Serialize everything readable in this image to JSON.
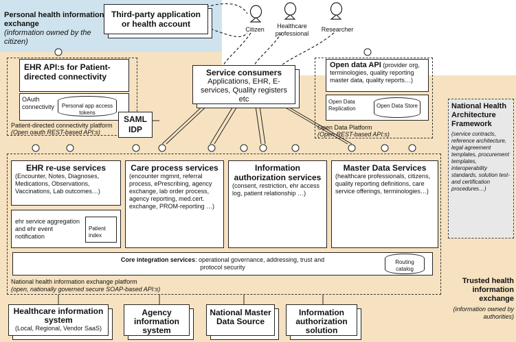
{
  "phe": {
    "title": "Personal health information exchange",
    "subtitle": "(information owned by the citizen)"
  },
  "third_party": {
    "label": "Third-party application or health account"
  },
  "actors": {
    "citizen": "Citizen",
    "hp_line1": "Healthcare",
    "hp_line2": "professional",
    "researcher": "Researcher"
  },
  "ehr_api": {
    "title": "EHR API:s for Patient-directed connectivity",
    "oauth": "OAuth connectivity",
    "tokens": "Personal app access  tokens",
    "platform": "Patient-directed connectivity platform",
    "platform_sub": "(Open oauth REST-based API:s)"
  },
  "saml": {
    "line1": "SAML",
    "line2": "IDP"
  },
  "service_consumers": {
    "title": "Service consumers",
    "body": "Applications, EHR, E-services, Quality registers etc"
  },
  "open_data": {
    "title": "Open data API",
    "body": "(provider org, terminologies, quality reporting master data, quality reports…)",
    "replication": "Open Data Replication",
    "store": "Open Data Store",
    "platform": "Open Data Platform",
    "platform_sub": "(Open REST-based API:s)"
  },
  "nhaf": {
    "title": "National Health Architecture Framework",
    "body": "(service contracts, reference architecture, legal agreement templates, procurement templates, interoperability standards, solution test- and certification procedures…)"
  },
  "services": {
    "ehr_reuse": {
      "title": "EHR re-use services",
      "body": "(Encounter, Notes, Diagnoses, Medications, Observations, Vaccinations, Lab outcomes…)"
    },
    "care_process": {
      "title": "Care process services",
      "body": "(encounter mgmnt, referral process, ePrescribing, agency exchange, lab order process, agency reporting, med.cert. exchange, PROM-reporting …)"
    },
    "info_auth": {
      "title": "Information authorization services",
      "body": "(consent, restriction, ehr access log, patient relationship …)"
    },
    "master_data": {
      "title": "Master Data Services",
      "body": "(healthcare professionals, citizens, quality reporting definitions, care service offerings, terminologies…)"
    }
  },
  "aggregation": {
    "text": "ehr service aggregation and ehr event notification",
    "index": "Patient index"
  },
  "core": {
    "title": "Core integration services",
    "body": ": operational governance, addressing, trust and protocol security",
    "catalog": "Routing catalog"
  },
  "nhiep": {
    "title": "National health information exchange platform",
    "sub": "(open, nationally governed secure SOAP-based API:s)"
  },
  "trusted": {
    "title": "Trusted health information exchange",
    "sub": "(information owned by authorities)"
  },
  "bottom": {
    "his": {
      "title": "Healthcare information system",
      "sub": "(Local, Regional, Vendor SaaS)"
    },
    "agency": {
      "title": "Agency information system"
    },
    "nmds": {
      "title": "National Master Data Source"
    },
    "ias": {
      "title": "Information authorization solution"
    }
  }
}
